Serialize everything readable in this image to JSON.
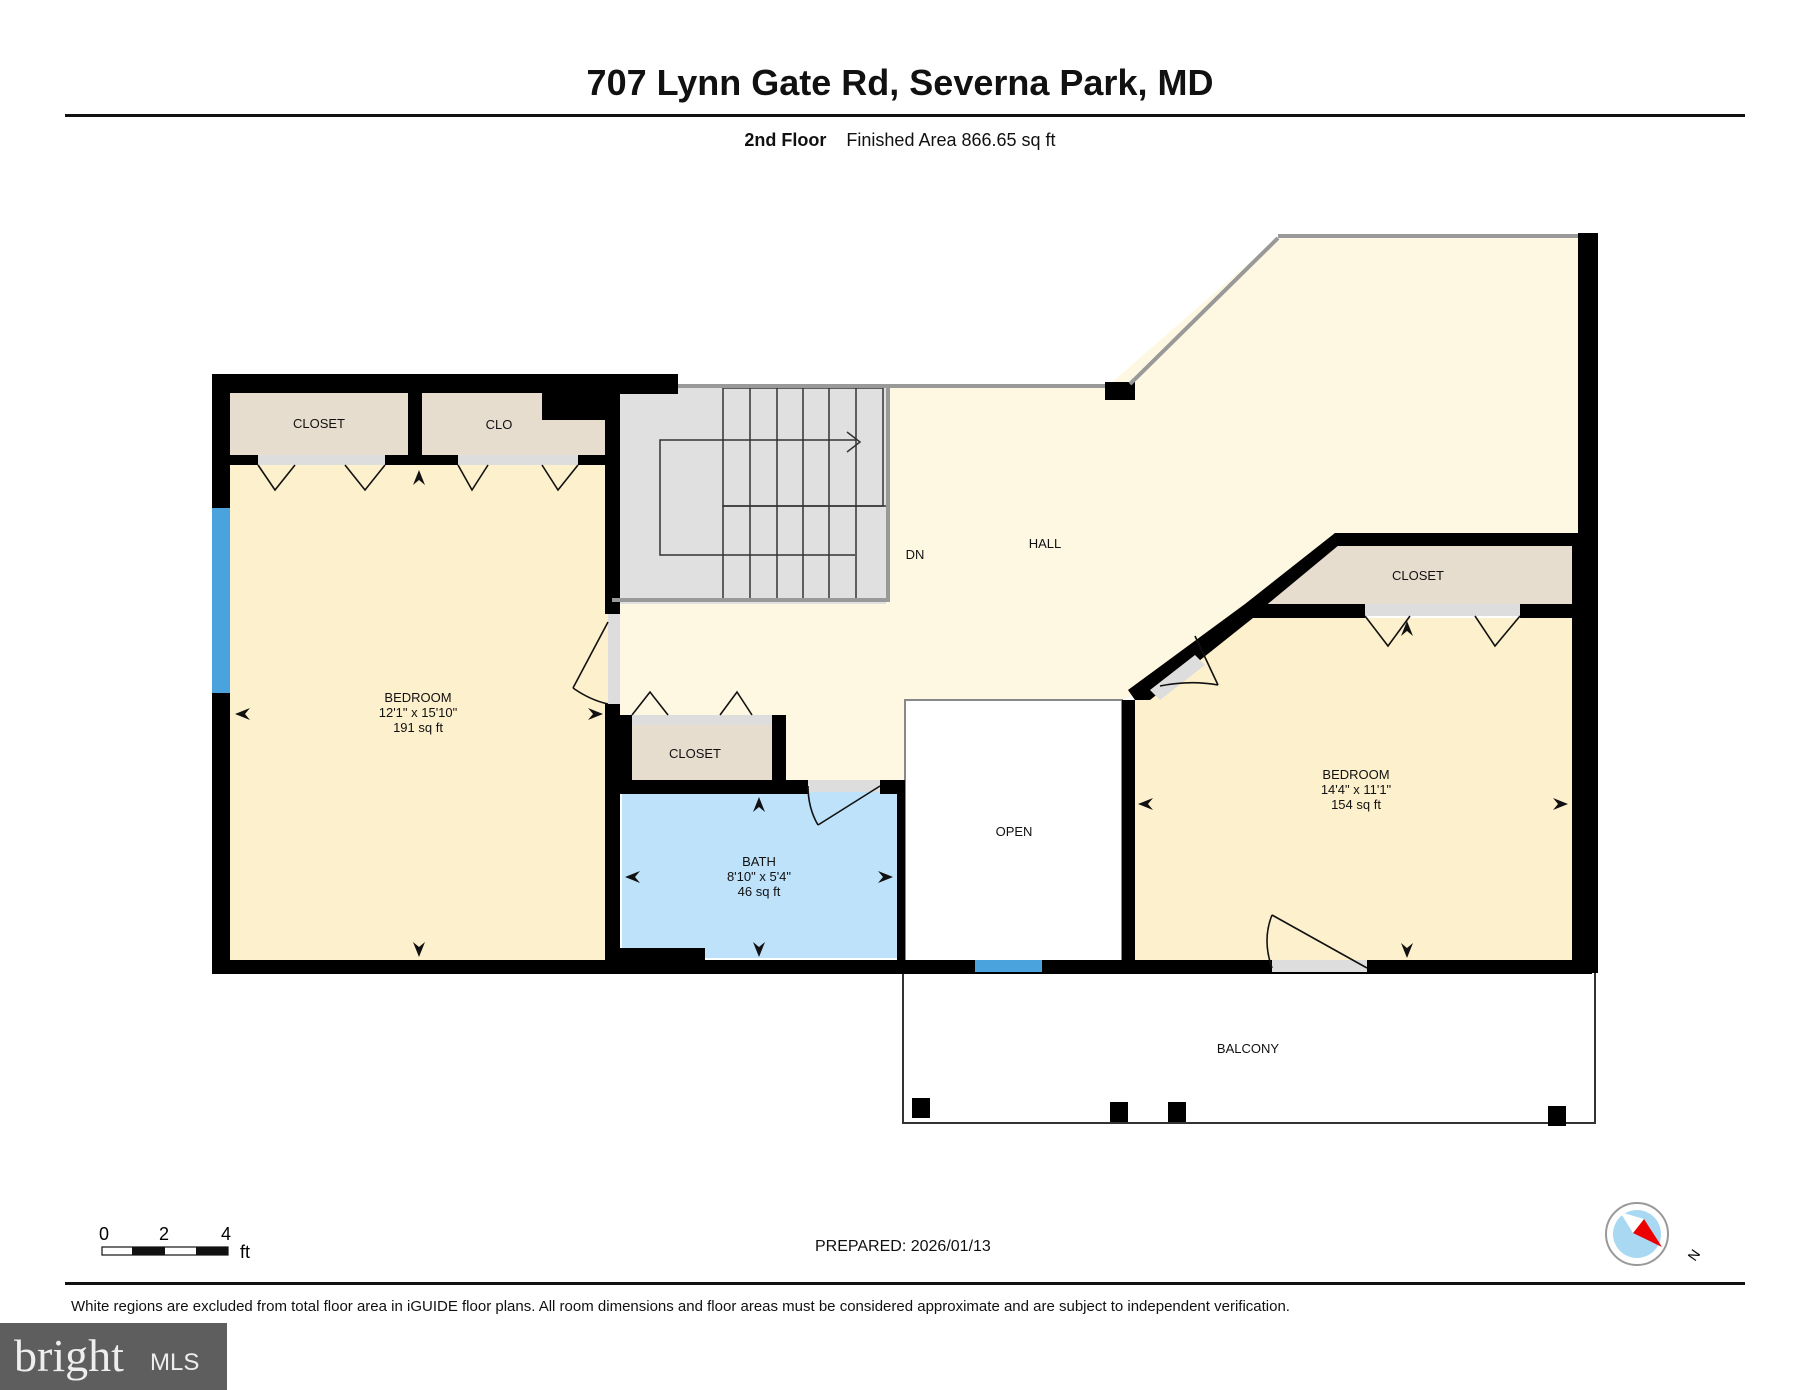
{
  "header": {
    "title": "707 Lynn Gate Rd, Severna Park, MD",
    "floor": "2nd Floor",
    "finished_area": "Finished Area 866.65 sq ft"
  },
  "rooms": {
    "closet_1": {
      "name": "CLOSET"
    },
    "closet_2": {
      "name": "CLO"
    },
    "bedroom_1": {
      "name": "BEDROOM",
      "dims": "12'1\" x 15'10\"",
      "area": "191 sq ft"
    },
    "stairs": {
      "label": "DN"
    },
    "hall": {
      "name": "HALL"
    },
    "closet_3": {
      "name": "CLOSET"
    },
    "closet_4": {
      "name": "CLOSET"
    },
    "bath": {
      "name": "BATH",
      "dims": "8'10\" x 5'4\"",
      "area": "46 sq ft"
    },
    "open": {
      "name": "OPEN"
    },
    "bedroom_2": {
      "name": "BEDROOM",
      "dims": "14'4\" x 11'1\"",
      "area": "154 sq ft"
    },
    "balcony": {
      "name": "BALCONY"
    }
  },
  "colors": {
    "bedroom": "#fdf0cc",
    "hall": "#fef8e2",
    "closet": "#e7ddcf",
    "bath": "#bde2fa",
    "stairs": "#e0e0e0",
    "window": "#4aa3dc",
    "wall": "#000000"
  },
  "scale_bar": {
    "ticks": [
      "0",
      "2",
      "4"
    ],
    "unit": "ft"
  },
  "footer": {
    "prepared": "PREPARED: 2026/01/13",
    "disclaimer": "White regions are excluded from total floor area in iGUIDE floor plans. All room dimensions and floor areas must be considered approximate and are subject to independent verification.",
    "compass_label": "N"
  },
  "logo": {
    "brand": "bright",
    "suffix": "MLS"
  }
}
